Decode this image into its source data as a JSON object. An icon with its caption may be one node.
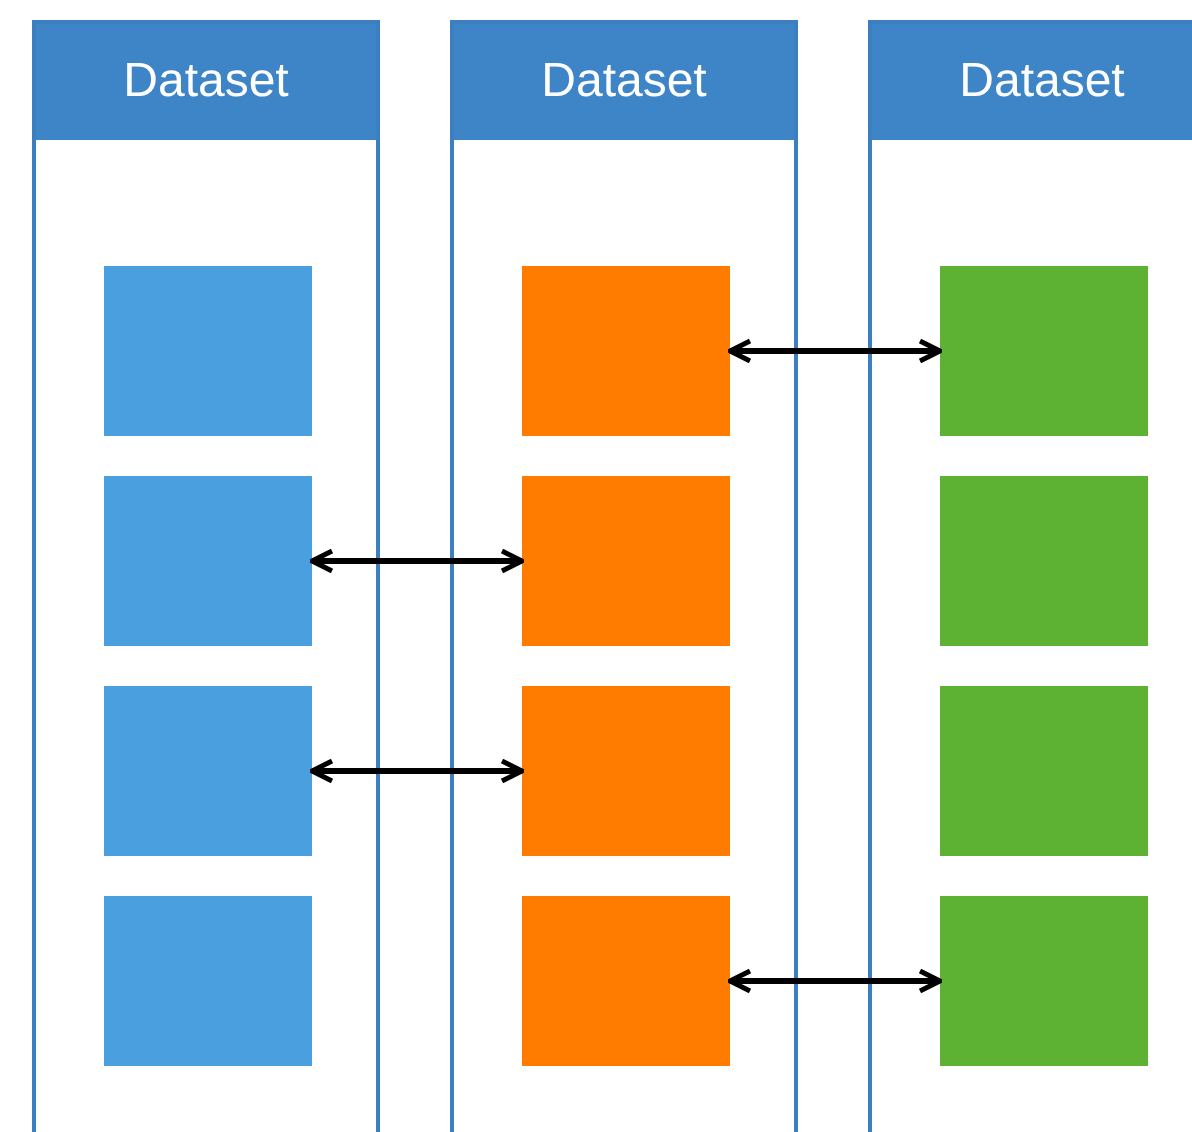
{
  "diagram": {
    "nodes": [
      {
        "text": [
          "Dataset"
        ]
      },
      {
        "text": [],
        "shape": "box",
        "in": 0
      },
      {
        "text": [],
        "shape": "box",
        "in": 0
      },
      {
        "text": [],
        "shape": "box",
        "in": 0
      },
      {
        "text": [],
        "shape": "box",
        "in": 0
      },
      {
        "text": [
          "Dataset"
        ]
      },
      {
        "text": [],
        "shape": "box",
        "in": 5
      },
      {
        "text": [],
        "shape": "box",
        "in": 5
      },
      {
        "text": [],
        "shape": "box",
        "in": 5
      },
      {
        "text": [],
        "shape": "box",
        "in": 5
      },
      {
        "text": [
          "Dataset"
        ]
      },
      {
        "text": [],
        "shape": "box",
        "in": 10
      },
      {
        "text": [],
        "shape": "box",
        "in": 10
      },
      {
        "text": [],
        "shape": "box",
        "in": 10
      },
      {
        "text": [],
        "shape": "box",
        "in": 10
      }
    ],
    "edges": [
      {
        "from": 6,
        "to": 11,
        "arrow": "both"
      },
      {
        "from": 2,
        "to": 7,
        "arrow": "both"
      },
      {
        "from": 3,
        "to": 8,
        "arrow": "both"
      },
      {
        "from": 9,
        "to": 14,
        "arrow": "both"
      }
    ]
  }
}
